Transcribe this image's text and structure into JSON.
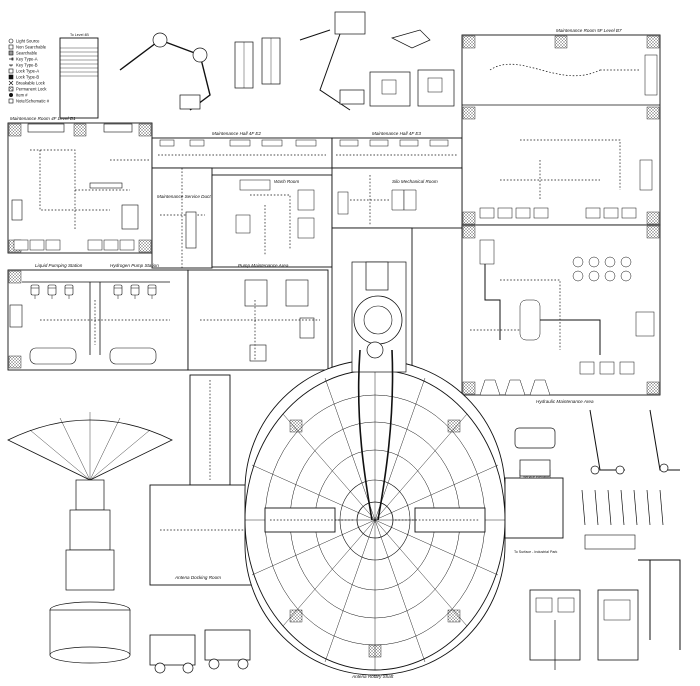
{
  "legend": {
    "items": [
      {
        "icon": "light-source-icon",
        "label": "Light Source"
      },
      {
        "icon": "non-searchable-icon",
        "label": "Non Searchable"
      },
      {
        "icon": "searchable-icon",
        "label": "Searchable"
      },
      {
        "icon": "key-type-a-icon",
        "label": "Key Type-A"
      },
      {
        "icon": "key-type-b-icon",
        "label": "Key Type-B"
      },
      {
        "icon": "lock-type-a-icon",
        "label": "Lock Type-A"
      },
      {
        "icon": "lock-type-b-icon",
        "label": "Lock Type-B"
      },
      {
        "icon": "breakable-lock-icon",
        "label": "Breakable Lock"
      },
      {
        "icon": "permanent-lock-icon",
        "label": "Permanent Lock"
      },
      {
        "icon": "item-icon",
        "label": "Item #"
      },
      {
        "icon": "note-schematic-icon",
        "label": "Note/Schematic #"
      }
    ]
  },
  "rooms": {
    "to_level": "To Level 4B",
    "maintenance_4f_b1": "Maintenance Room 4F Level B1",
    "maintenance_hall_e2": "Maintenance Hall 4F E2",
    "maintenance_hall_e3": "Maintenance Hall 4F E3",
    "maintenance_5f_b7": "Maintenance Room 5F Level B7",
    "maintenance_service_duct": "Maintenance Service Duct",
    "wash_room": "Wash Room",
    "silo_mechanical_room": "Silo Mechanical Room",
    "liquid_pumping_station": "Liquid Pumping Station",
    "hydrogen_pump_station": "Hydrogen Pump Station",
    "pump_maintenance_area": "Pump Maintenance Area",
    "hydraulic_maintenance_area": "Hydraulic Maintenance Area",
    "service_elevator": "Service Elevator",
    "to_surface": "To Surface - Industrial Park",
    "antenna_docking_room": "Antena Docking Room",
    "antenna_rotary_shaft": "Antena Rotary Shaft"
  }
}
